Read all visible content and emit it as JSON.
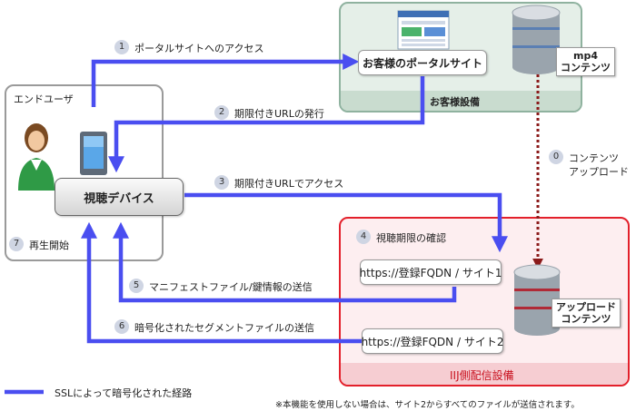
{
  "panels": {
    "end_user": "エンドユーザ",
    "customer": "お客様設備",
    "iij": "IIJ側配信設備"
  },
  "boxes": {
    "portal": "お客様のポータルサイト",
    "device": "視聴デバイス",
    "site1": "https://登録FQDN / サイト1",
    "site2": "https://登録FQDN / サイト2"
  },
  "tags": {
    "mp4_line1": "mp4",
    "mp4_line2": "コンテンツ",
    "upload_line1": "アップロード",
    "upload_line2": "コンテンツ"
  },
  "steps": [
    {
      "num": "1",
      "text": "ポータルサイトへのアクセス"
    },
    {
      "num": "2",
      "text": "期限付きURLの発行"
    },
    {
      "num": "3",
      "text": "期限付きURLでアクセス"
    },
    {
      "num": "4",
      "text": "視聴期限の確認"
    },
    {
      "num": "5",
      "text": "マニフェストファイル/鍵情報の送信"
    },
    {
      "num": "6",
      "text": "暗号化されたセグメントファイルの送信"
    },
    {
      "num": "7",
      "text": "再生開始"
    },
    {
      "num": "0",
      "text": "コンテンツ",
      "text2": "アップロード"
    }
  ],
  "legend": "SSLによって暗号化された経路",
  "footnote": "※本機能を使用しない場合は、サイト2からすべてのファイルが送信されます。",
  "colors": {
    "ssl_path": "#4a4ef0",
    "upload_path": "#8b1a1a",
    "iij_border": "#e3202b",
    "customer_border": "#8fb29f"
  }
}
